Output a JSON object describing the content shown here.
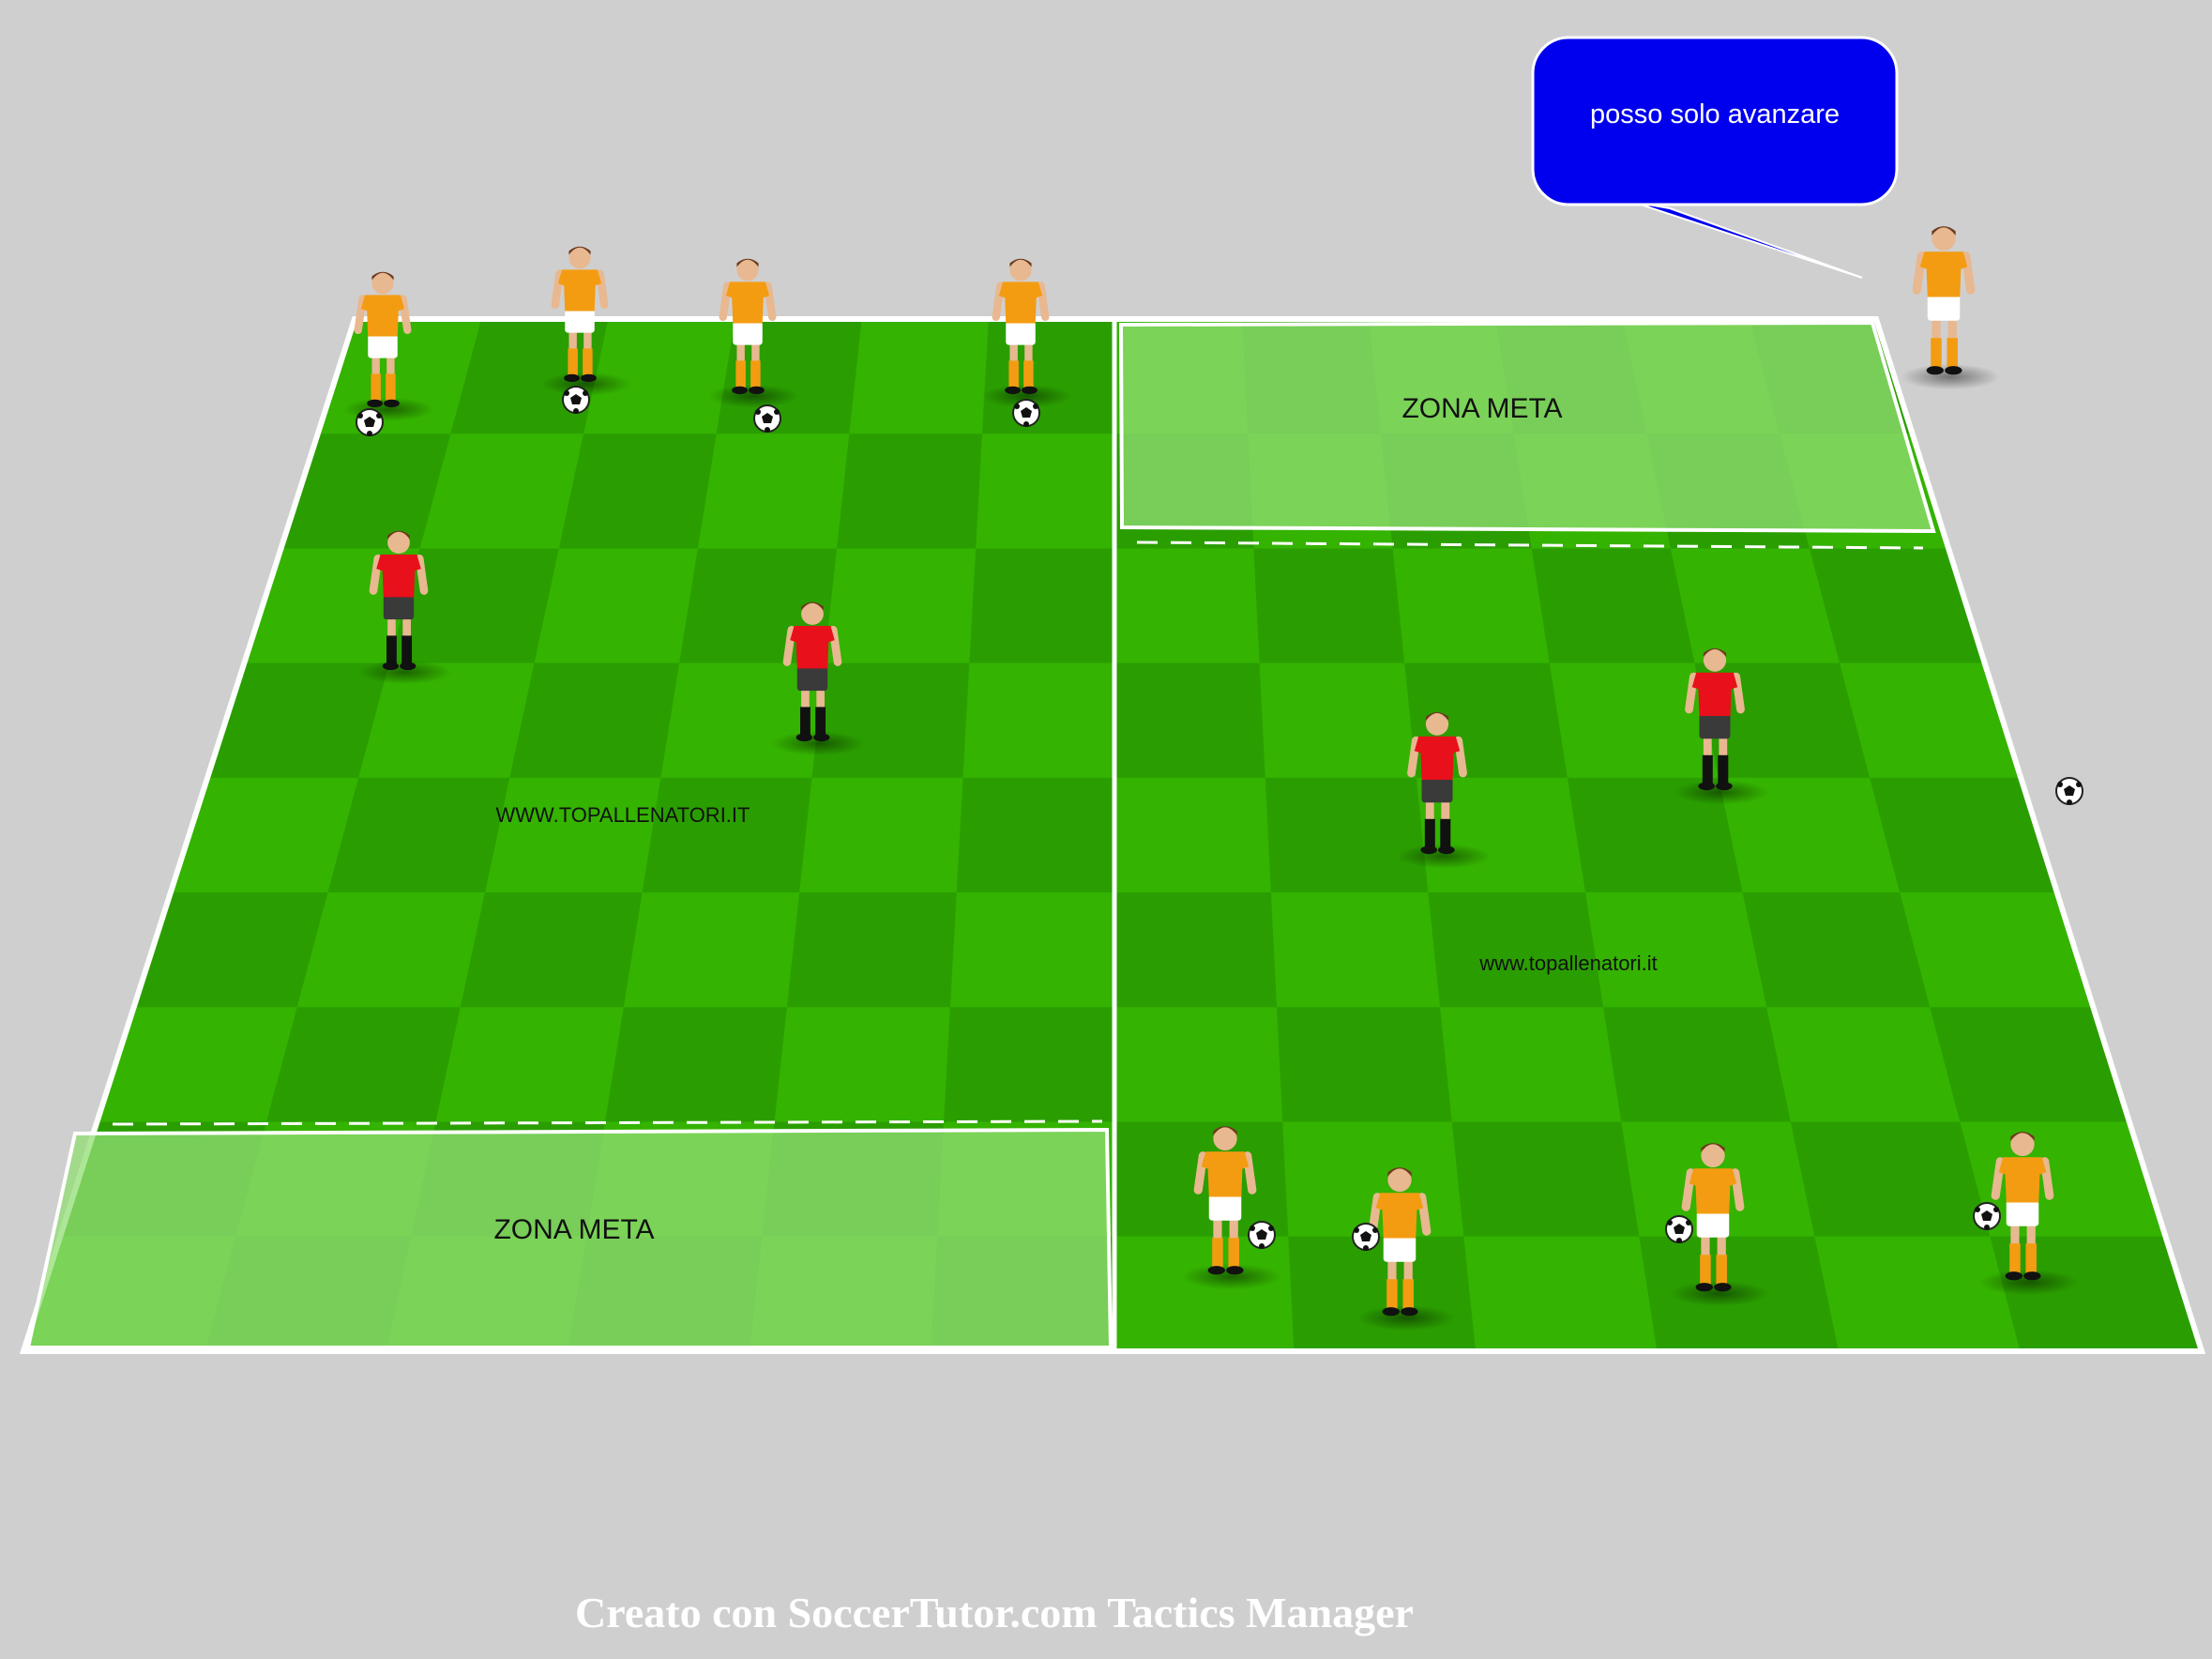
{
  "diagram": {
    "zones": {
      "top_right": "ZONA META",
      "bottom_left": "ZONA META"
    },
    "watermarks": {
      "left": "WWW.TOPALLENATORI.IT",
      "right": "www.topallenatori.it"
    },
    "speech_bubble": "posso solo avanzare",
    "footer": "Creato con SoccerTutor.com Tactics Manager"
  },
  "colors": {
    "background": "#cfcfcf",
    "pitch_light": "#34b300",
    "pitch_dark": "#2a9e00",
    "zone_fill": "#8fdb70",
    "bubble": "#0000ee",
    "orange_team": "#f39c12",
    "red_team": "#e8101a"
  },
  "icons": [
    "soccer-ball-icon",
    "player-orange-icon",
    "player-red-icon"
  ]
}
